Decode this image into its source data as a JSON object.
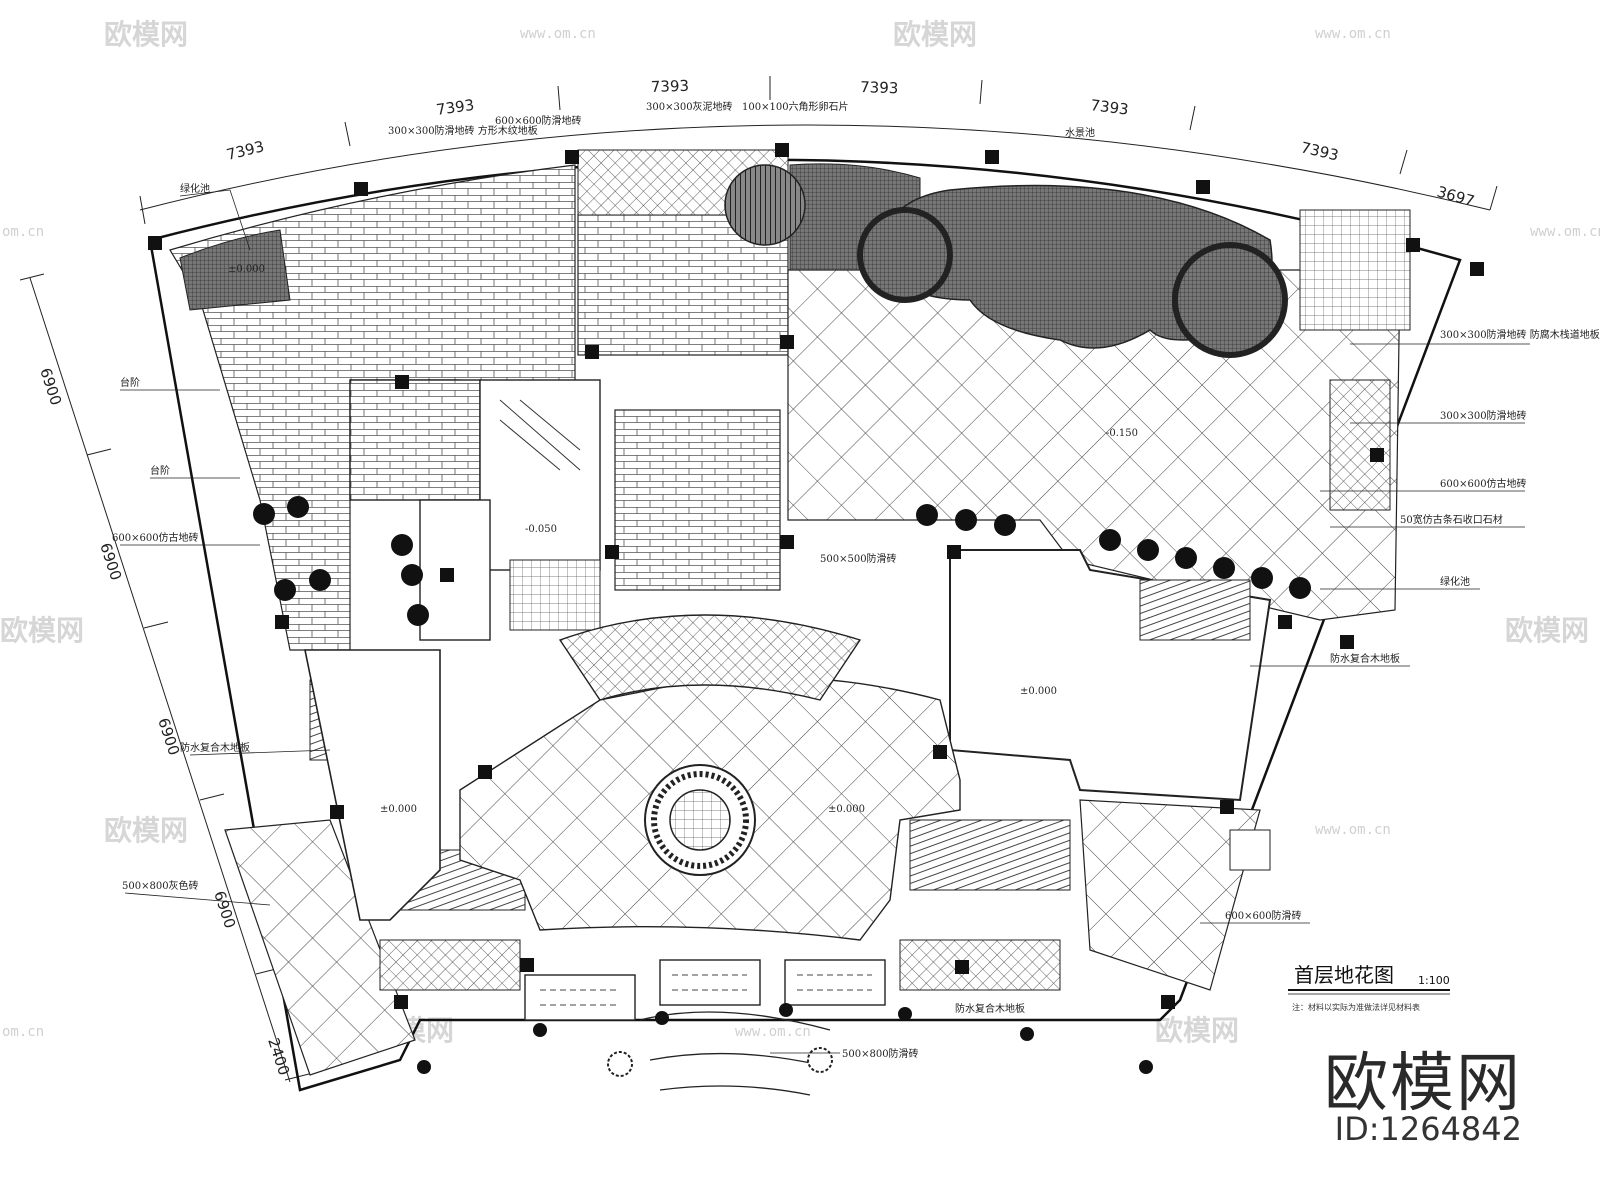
{
  "title": "首层地花图",
  "scale": "1:100",
  "title_note": "注：材料以实际为准做法详见材料表",
  "dimensions": {
    "top": [
      "7393",
      "7393",
      "7393",
      "7393",
      "7393",
      "7393",
      "3697"
    ],
    "left": [
      "6900",
      "6900",
      "6900",
      "6900",
      "2400"
    ]
  },
  "labels": {
    "hua_chi": "绿化池",
    "tai_jie_1": "台阶",
    "tai_jie_2": "台阶",
    "floor_left_600": "600×600仿古地砖",
    "fangfu_wood": "防水复合木地板",
    "marble_500": "500×800灰色砖",
    "top_300": "300×300防滑地砖 方形木纹地板",
    "top_600": "600×600防滑地砖",
    "top_300b": "300×300灰泥地砖",
    "top_hex": "100×100六角形卵石片",
    "top_water": "水景池",
    "right_300": "300×300防滑地砖 防腐木栈道地板",
    "right_300b": "300×300防滑地砖",
    "right_600": "600×600仿古地砖",
    "right_50": "50宽仿古条石收口石材",
    "right_hua": "绿化池",
    "right_wood": "防水复合木地板",
    "right_600b": "600×600防滑砖",
    "bottom_wood": "防水复合木地板",
    "bottom_500": "500×800防滑砖",
    "center_500": "500×500防滑砖",
    "level_0": "±0.000",
    "level_1": "±0.000",
    "level_2": "±0.000",
    "level_3": "-0.050",
    "level_4": "±0.000",
    "level_5": "-0.150"
  },
  "watermark": {
    "brand": "欧模网",
    "url": "www.om.cn",
    "url_short": "om.cn",
    "id": "ID:1264842"
  }
}
